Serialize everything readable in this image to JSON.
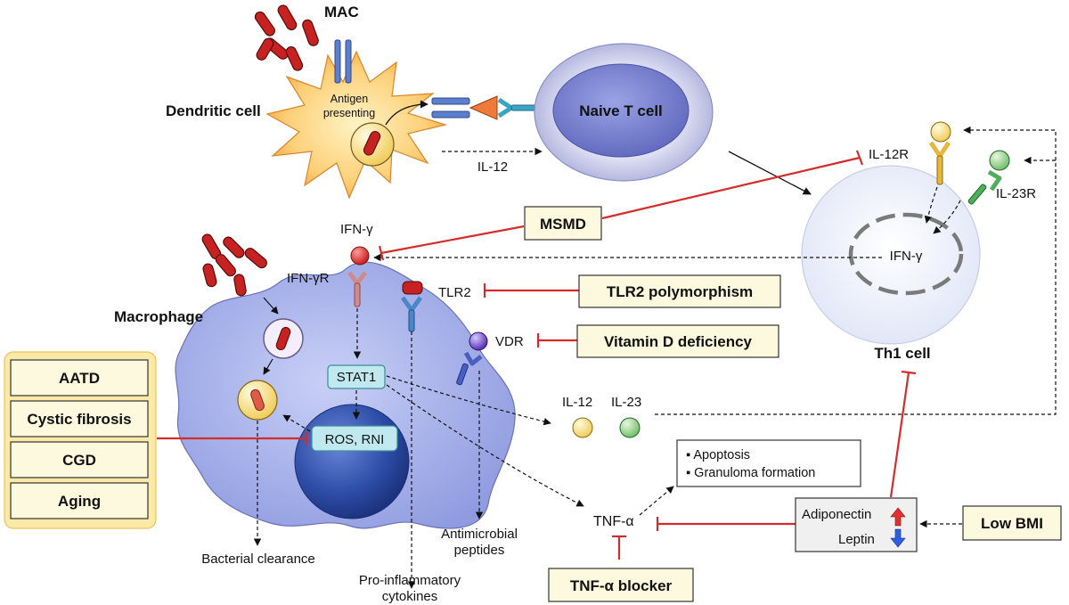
{
  "dendritic": {
    "mac": "MAC",
    "cell": "Dendritic cell",
    "antigen_line1": "Antigen",
    "antigen_line2": "presenting",
    "il12": "IL-12"
  },
  "naive": {
    "label": "Naive T cell"
  },
  "th1": {
    "label": "Th1 cell",
    "il12r": "IL-12R",
    "il23r": "IL-23R",
    "ifng": "IFN-γ"
  },
  "macrophage": {
    "label": "Macrophage",
    "ifng": "IFN-γ",
    "ifngr": "IFN-γR",
    "tlr2": "TLR2",
    "vdr": "VDR",
    "stat1": "STAT1",
    "ros": "ROS, RNI",
    "il12": "IL-12",
    "il23": "IL-23",
    "bacterial": "Bacterial clearance",
    "proinf_line1": "Pro-inflammatory",
    "proinf_line2": "cytokines",
    "amp_line1": "Antimicrobial",
    "amp_line2": "peptides"
  },
  "boxes": {
    "msmd": "MSMD",
    "tlr2_poly": "TLR2 polymorphism",
    "vitd": "Vitamin D deficiency",
    "tnf_blocker": "TNF-α blocker",
    "low_bmi": "Low BMI"
  },
  "risk_factors": [
    "AATD",
    "Cystic fibrosis",
    "CGD",
    "Aging"
  ],
  "tnf": {
    "label": "TNF-α",
    "outcome1": "▪ Apoptosis",
    "outcome2": "▪ Granuloma formation"
  },
  "adipo": {
    "adiponectin": "Adiponectin",
    "leptin": "Leptin"
  },
  "colors": {
    "inhibit": "#d42b2b",
    "box_fill": "#fdf9de",
    "risk_panel": "#fbe9a8",
    "macrophage": "#a9b3ec",
    "nucleus": "#2f4fa8",
    "th1": "#eef1fb"
  }
}
